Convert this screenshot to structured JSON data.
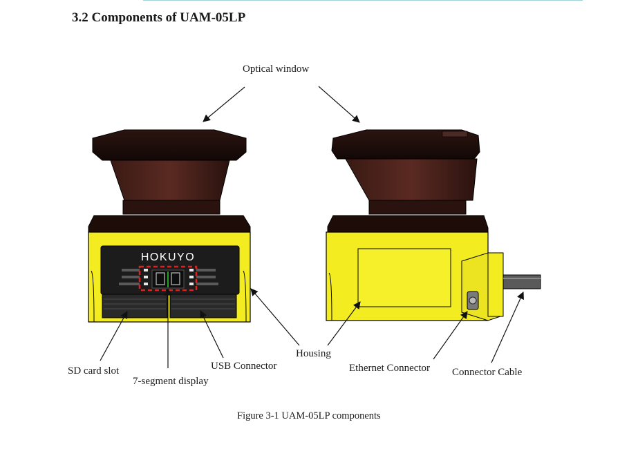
{
  "heading": "3.2 Components of UAM-05LP",
  "labels": {
    "optical_window": "Optical window",
    "sd_card_slot": "SD card slot",
    "seven_segment": "7-segment display",
    "usb_connector": "USB Connector",
    "housing": "Housing",
    "ethernet_connector": "Ethernet Connector",
    "connector_cable": "Connector Cable"
  },
  "brand": "HOKUYO",
  "caption": "Figure 3-1 UAM-05LP components",
  "colors": {
    "housing_yellow": "#f3ec21",
    "head_dark": "#2a120e",
    "highlight_red": "#e0201c"
  },
  "icons": [
    "front-view-scanner",
    "side-view-scanner"
  ]
}
